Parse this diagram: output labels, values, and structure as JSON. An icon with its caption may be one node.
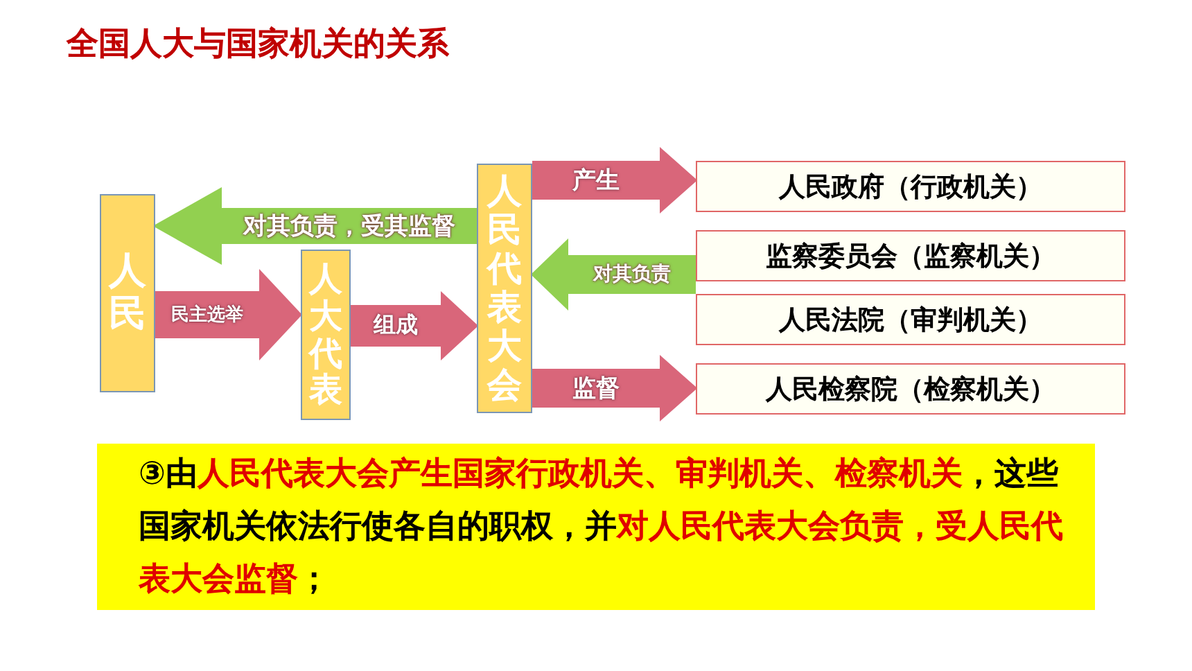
{
  "diagram": {
    "title": "全国人大与国家机关的关系",
    "nodes": [
      {
        "text": [
          "人民"
        ]
      },
      {
        "text": [
          "人大代表"
        ]
      },
      {
        "text": [
          "人民代表大会"
        ]
      },
      {
        "text": [
          "人民政府（行政机关）"
        ]
      },
      {
        "text": [
          "监察委员会（监察机关）"
        ]
      },
      {
        "text": [
          "人民法院（审判机关）"
        ]
      },
      {
        "text": [
          "人民检察院（检察机关）"
        ]
      },
      {
        "text": [
          "③由**人民代表大会产生国家行政机关、审判机关、检察机关**，这些国家机关依法行使各自的职权，并**对人民代表大会负责，受人民代表大会监督**；"
        ]
      }
    ],
    "edges": [
      {
        "from": 2,
        "to": 0,
        "arrow": "to",
        "label": "对其负责，受其监督",
        "color": "#92d050"
      },
      {
        "from": 0,
        "to": 1,
        "arrow": "to",
        "label": "民主选举"
      },
      {
        "from": 1,
        "to": 2,
        "arrow": "to",
        "label": "组成"
      },
      {
        "from": 2,
        "to": 3,
        "arrow": "to",
        "label": "产生"
      },
      {
        "from": 4,
        "to": 2,
        "arrow": "to",
        "label": "对其负责",
        "color": "#92d050"
      },
      {
        "from": 2,
        "to": 6,
        "arrow": "to",
        "label": "监督"
      }
    ]
  }
}
